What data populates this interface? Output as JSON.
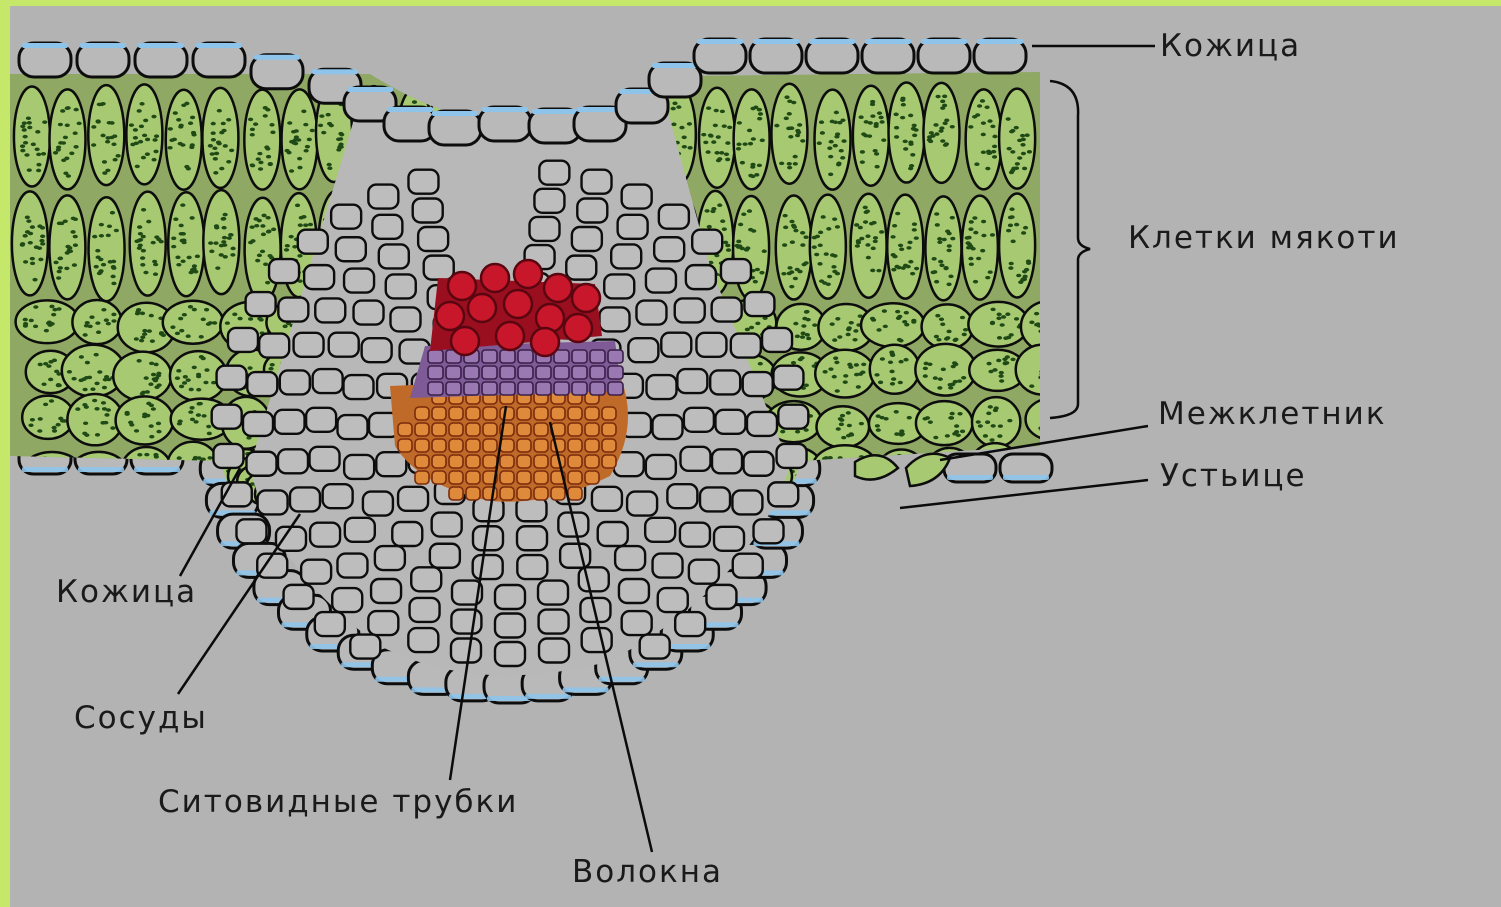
{
  "labels": {
    "epidermis_top": "Кожица",
    "mesophyll": "Клетки мякоти",
    "intercellular": "Межклетник",
    "stoma": "Устьице",
    "epidermis_bottom": "Кожица",
    "vessels": "Сосуды",
    "sieve_tubes": "Ситовидные трубки",
    "fibers": "Волокна"
  },
  "colors": {
    "background": "#b3b3b3",
    "border": "#c6e86a",
    "epidermis": "#8fc4ea",
    "mesophyll": "#a7c972",
    "chloroplast": "#1f4a16",
    "vessel": "#c8162a",
    "sieve": "#7e5a97",
    "fiber": "#df8a3a"
  }
}
